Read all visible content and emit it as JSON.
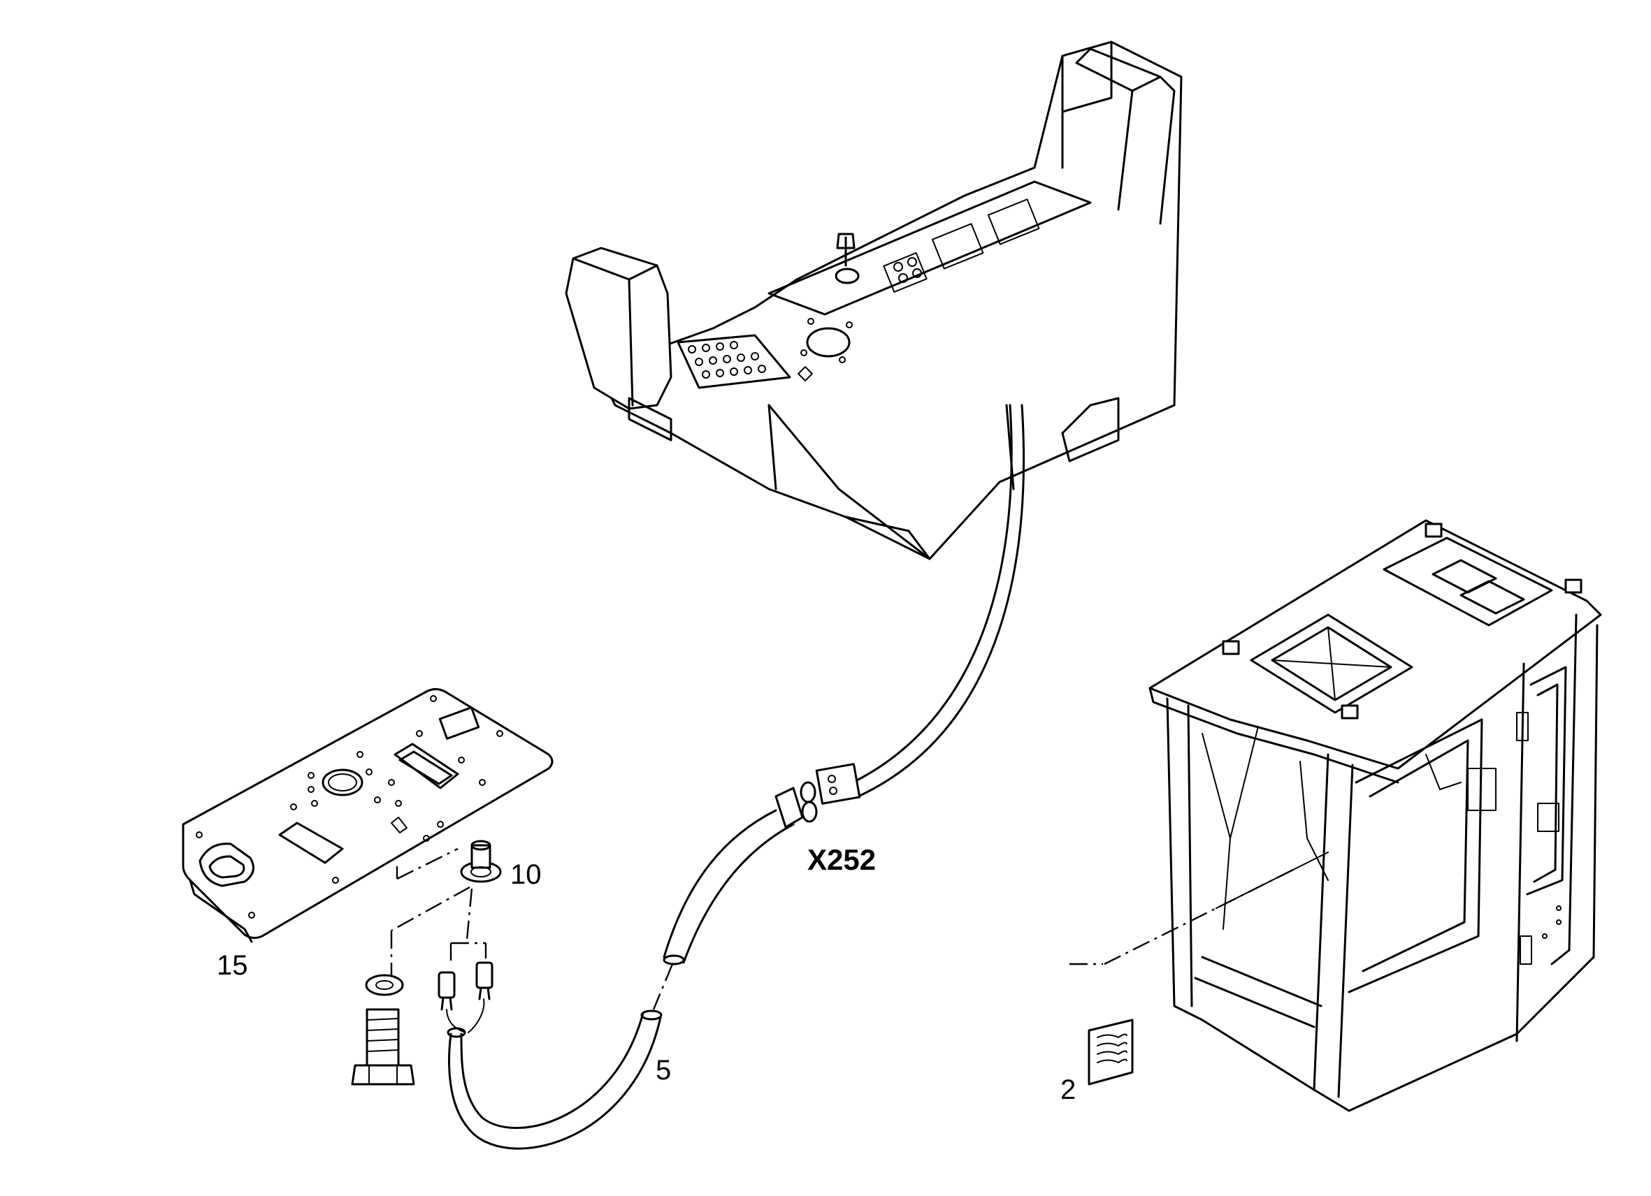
{
  "labels": {
    "connector": "X252",
    "part_15": "15",
    "part_10": "10",
    "part_5": "5",
    "part_2": "2"
  },
  "colors": {
    "line": "#000000",
    "background": "#ffffff"
  }
}
